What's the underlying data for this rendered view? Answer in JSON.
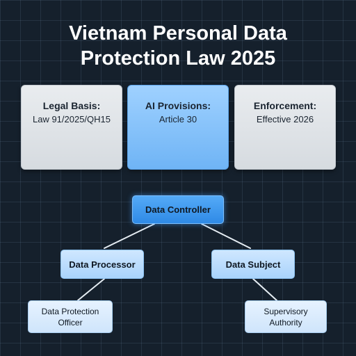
{
  "title": {
    "line1": "Vietnam Personal Data",
    "line2": "Protection Law 2025"
  },
  "cards": [
    {
      "heading": "Legal Basis:",
      "value": "Law 91/2025/QH15"
    },
    {
      "heading": "AI Provisions:",
      "value": "Article 30"
    },
    {
      "heading": "Enforcement:",
      "value": "Effective 2026"
    }
  ],
  "diagram": {
    "controller": "Data Controller",
    "processor": "Data Processor",
    "subject": "Data Subject",
    "dpo": "Data Protection Officer",
    "authority": "Supervisory Authority"
  },
  "colors": {
    "background": "#15202c",
    "card_grey": "#dfe3e7",
    "card_blue": "#8cc6fb",
    "controller_blue": "#3f99ee",
    "node_light": "#bedefc",
    "connector": "#e6edf3"
  }
}
